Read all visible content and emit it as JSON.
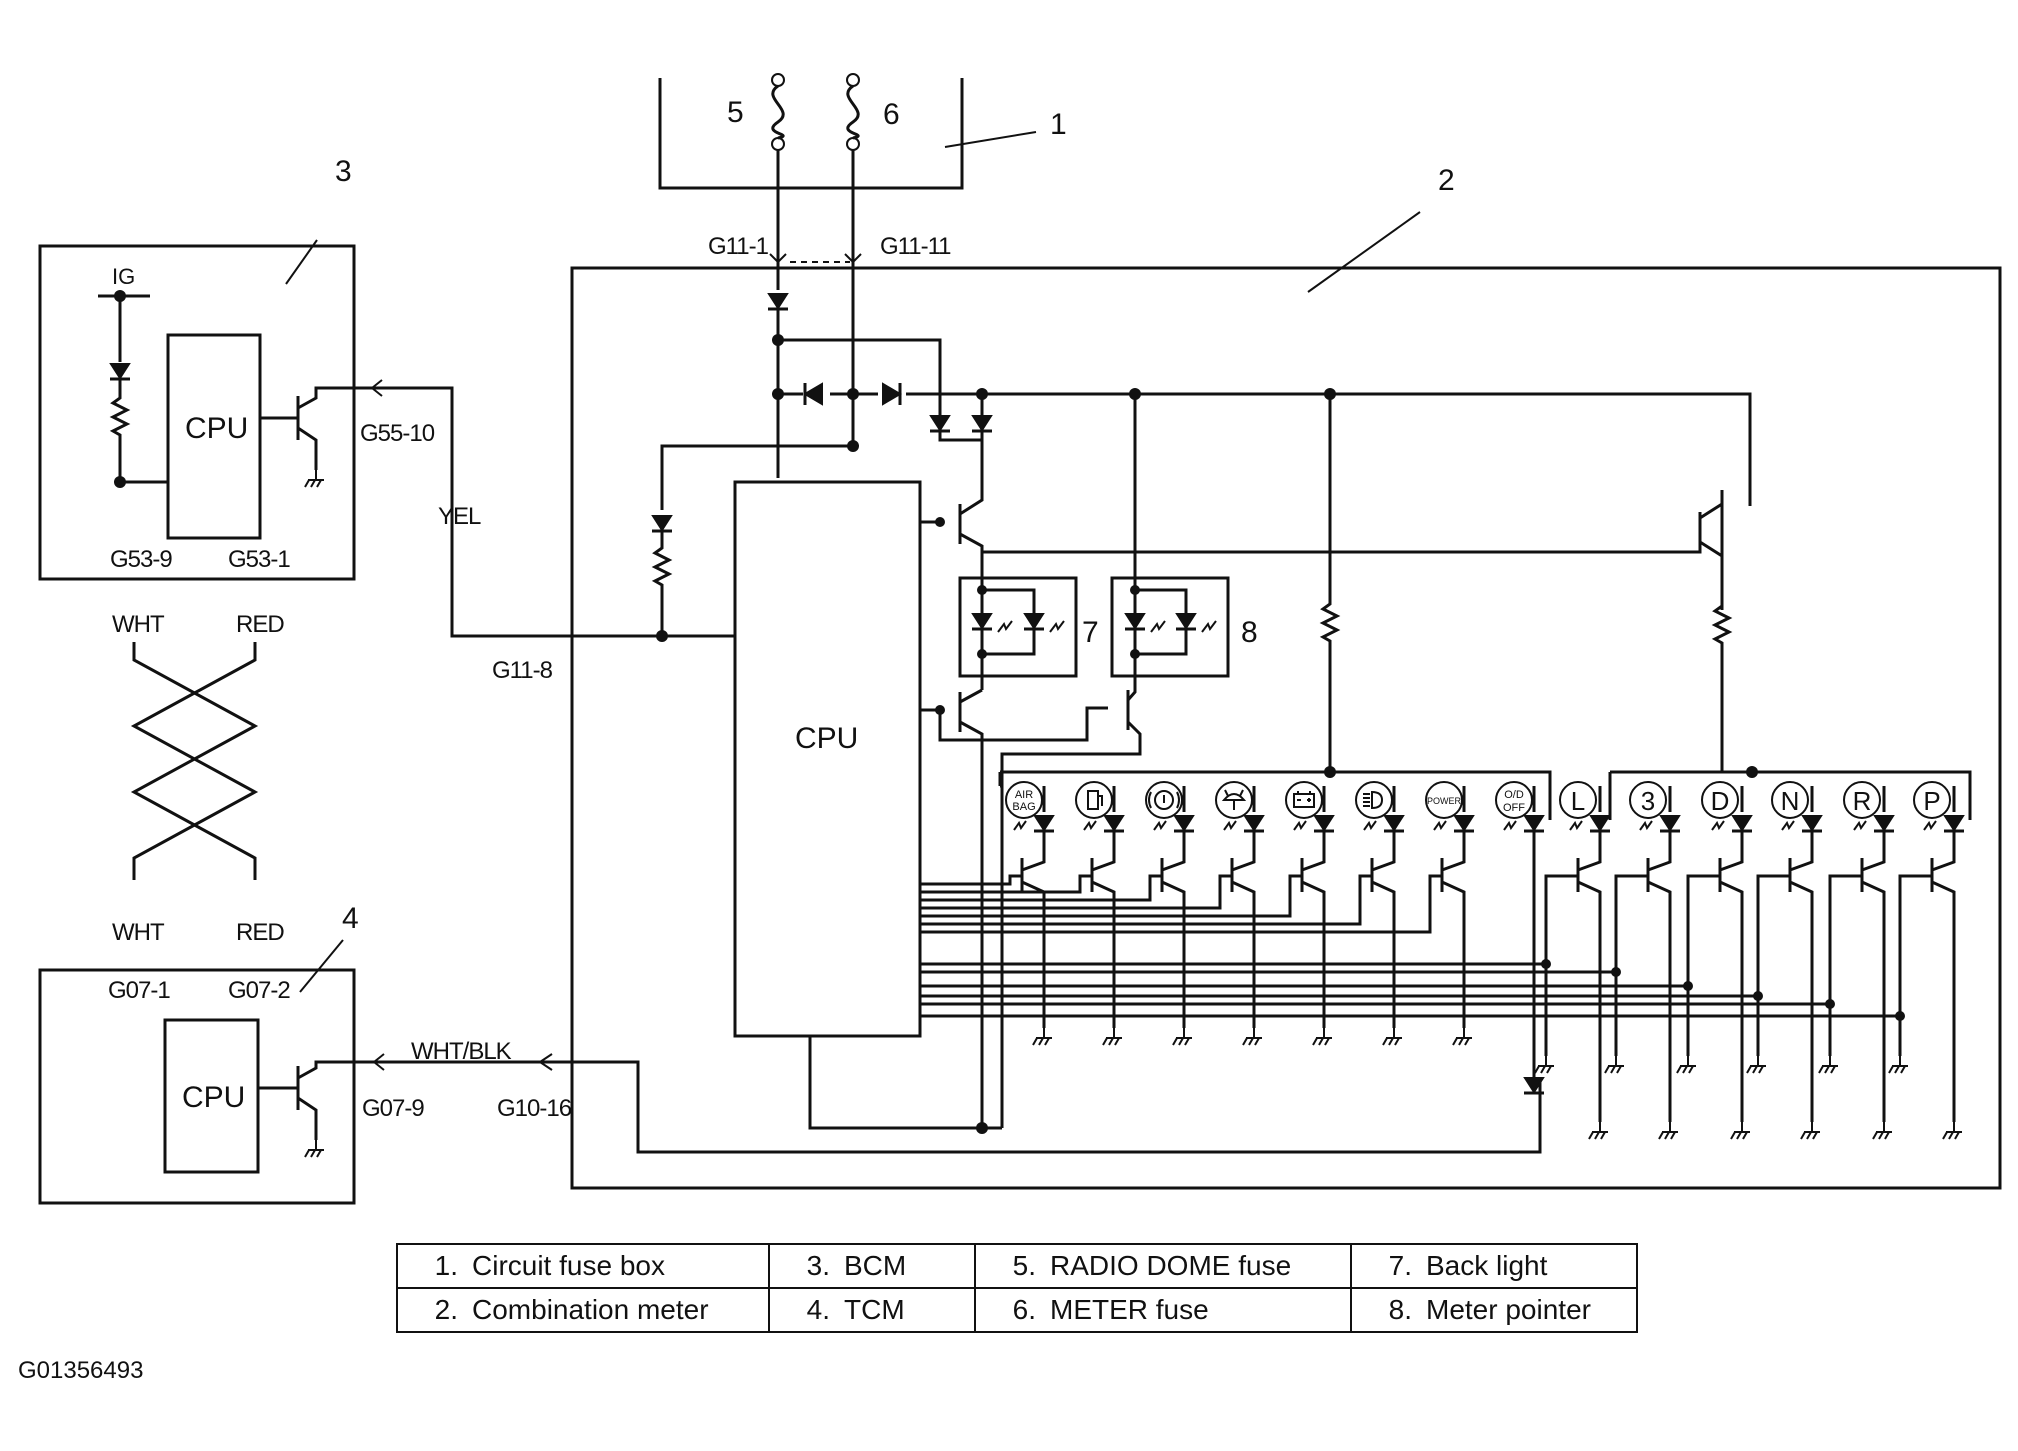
{
  "labels": {
    "cpu": "CPU",
    "ig": "IG",
    "callouts": {
      "c1": "1",
      "c2": "2",
      "c3": "3",
      "c4": "4",
      "c5": "5",
      "c6": "6",
      "c7": "7",
      "c8": "8"
    },
    "connectors": {
      "g11_1": "G11-1",
      "g11_11": "G11-11",
      "g55_10": "G55-10",
      "g53_9": "G53-9",
      "g53_1": "G53-1",
      "g11_8": "G11-8",
      "g07_1": "G07-1",
      "g07_2": "G07-2",
      "g07_9": "G07-9",
      "g10_16": "G10-16"
    },
    "wires": {
      "yel": "YEL",
      "wht_a": "WHT",
      "red_a": "RED",
      "wht_b": "WHT",
      "red_b": "RED",
      "wht_blk": "WHT/BLK"
    },
    "indicators": {
      "airbag_top": "AIR",
      "airbag_bottom": "BAG",
      "power": "POWER",
      "od_top": "O/D",
      "od_bottom": "OFF",
      "gear_l": "L",
      "gear_3": "3",
      "gear_d": "D",
      "gear_n": "N",
      "gear_r": "R",
      "gear_p": "P"
    }
  },
  "legend": [
    [
      {
        "num": "1.",
        "text": "Circuit fuse box"
      },
      {
        "num": "3.",
        "text": "BCM"
      },
      {
        "num": "5.",
        "text": "RADIO DOME fuse"
      },
      {
        "num": "7.",
        "text": "Back light"
      }
    ],
    [
      {
        "num": "2.",
        "text": "Combination meter"
      },
      {
        "num": "4.",
        "text": "TCM"
      },
      {
        "num": "6.",
        "text": "METER fuse"
      },
      {
        "num": "8.",
        "text": "Meter pointer"
      }
    ]
  ],
  "figure_id": "G01356493",
  "icons": {
    "warning_lamps": [
      "airbag-icon",
      "fuel-icon",
      "brake-icon",
      "washer-icon",
      "battery-icon",
      "headlight-icon",
      "power-icon",
      "od-off-icon"
    ],
    "gear_lamps": [
      "gear-l-icon",
      "gear-3-icon",
      "gear-d-icon",
      "gear-n-icon",
      "gear-r-icon",
      "gear-p-icon"
    ]
  }
}
